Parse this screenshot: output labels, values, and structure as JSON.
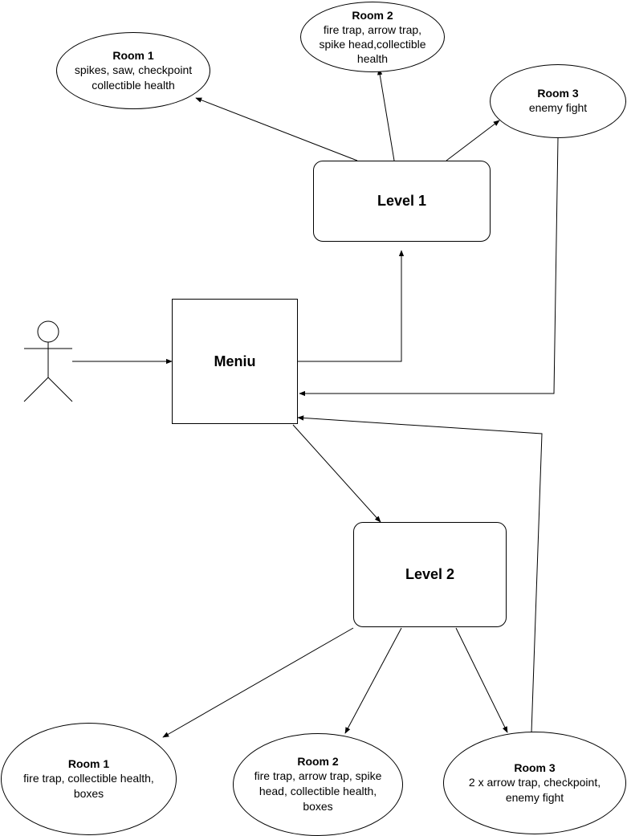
{
  "nodes": {
    "menu": {
      "label": "Meniu"
    },
    "level1": {
      "label": "Level 1"
    },
    "level2": {
      "label": "Level 2"
    },
    "l1_room1": {
      "title": "Room 1",
      "text": "spikes, saw, checkpoint collectible health"
    },
    "l1_room2": {
      "title": "Room 2",
      "text": "fire trap, arrow trap, spike head,collectible health"
    },
    "l1_room3": {
      "title": "Room 3",
      "text": "enemy fight"
    },
    "l2_room1": {
      "title": "Room 1",
      "text": "fire trap, collectible health, boxes"
    },
    "l2_room2": {
      "title": "Room 2",
      "text": "fire trap, arrow trap, spike head, collectible health, boxes"
    },
    "l2_room3": {
      "title": "Room 3",
      "text": "2 x arrow trap, checkpoint, enemy fight"
    }
  },
  "colors": {
    "stroke": "#000000",
    "background": "#ffffff"
  }
}
